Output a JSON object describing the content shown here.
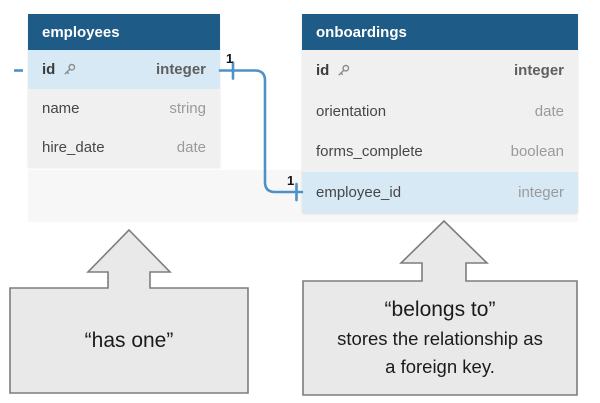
{
  "diagram": {
    "tables": [
      {
        "name": "employees",
        "fields": [
          {
            "field": "id",
            "type": "integer",
            "primary_key": true,
            "highlighted": true
          },
          {
            "field": "name",
            "type": "string"
          },
          {
            "field": "hire_date",
            "type": "date"
          }
        ]
      },
      {
        "name": "onboardings",
        "fields": [
          {
            "field": "id",
            "type": "integer",
            "primary_key": true
          },
          {
            "field": "orientation",
            "type": "date"
          },
          {
            "field": "forms_complete",
            "type": "boolean"
          },
          {
            "field": "employee_id",
            "type": "integer",
            "highlighted": true
          }
        ]
      }
    ],
    "relationship": {
      "from_cardinality": "1",
      "to_cardinality": "1"
    },
    "icons": {
      "primary_key": "key-icon"
    }
  },
  "callouts": {
    "has_one": {
      "title": "“has one”"
    },
    "belongs_to": {
      "title": "“belongs to”",
      "line2": "stores the relationship as",
      "line3": "a foreign key."
    }
  },
  "colors": {
    "table_header": "#1f5b87",
    "highlight_row": "#d7e9f5",
    "row_gray": "#f0f0f0",
    "canvas_band": "#f7f7f7",
    "connector": "#4f90c6",
    "callout_fill": "#e9e9e9",
    "callout_border": "#7d7d7d"
  }
}
